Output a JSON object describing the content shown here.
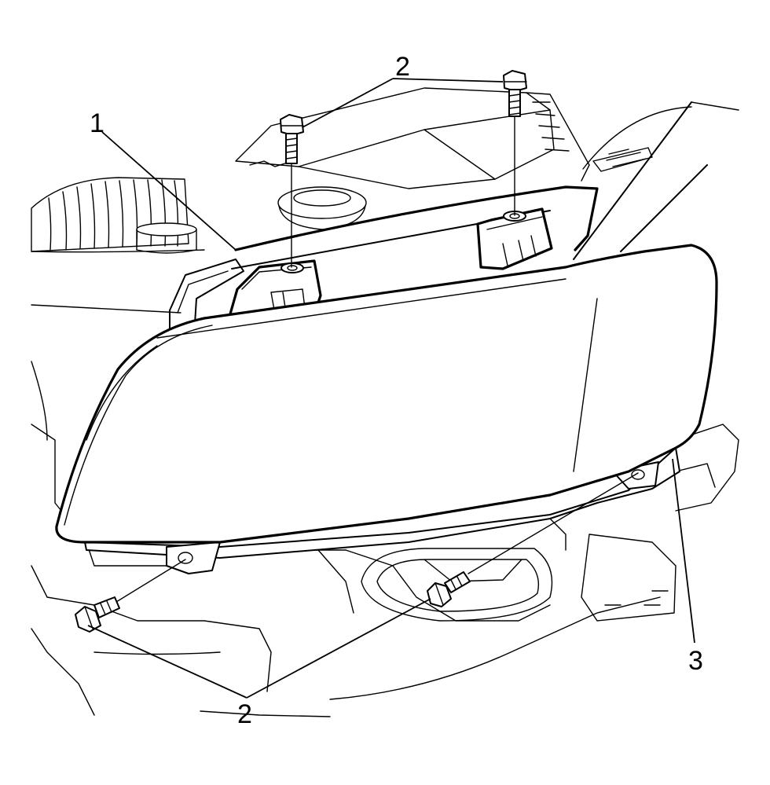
{
  "diagram": {
    "callouts": [
      {
        "id": "1",
        "text": "1"
      },
      {
        "id": "2-top",
        "text": "2"
      },
      {
        "id": "2-bottom",
        "text": "2"
      },
      {
        "id": "3",
        "text": "3"
      }
    ]
  }
}
